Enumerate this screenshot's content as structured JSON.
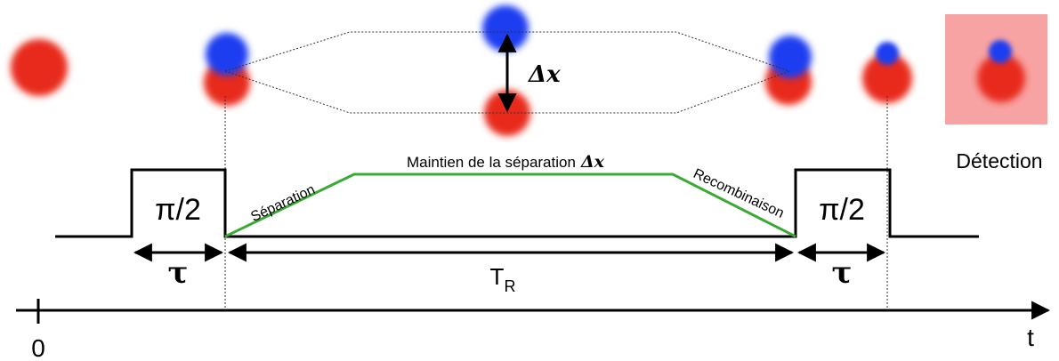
{
  "labels": {
    "pulse_left": "π/2",
    "pulse_right": "π/2",
    "tau_left": "τ",
    "tau_right": "τ",
    "tr_main": "T",
    "tr_sub": "R",
    "separation": "Séparation",
    "maintien": "Maintien de la séparation",
    "delta_x_inline": "Δx",
    "recombinaison": "Recombinaison",
    "detection": "Détection",
    "delta_x_top": "Δx",
    "axis_zero": "0",
    "axis_t": "t"
  },
  "colors": {
    "red_state": "#e8291c",
    "blue_state": "#1a3df0",
    "green_trajectory": "#3aaa35",
    "detection_bg": "#f8a3a3",
    "line": "#000000"
  }
}
